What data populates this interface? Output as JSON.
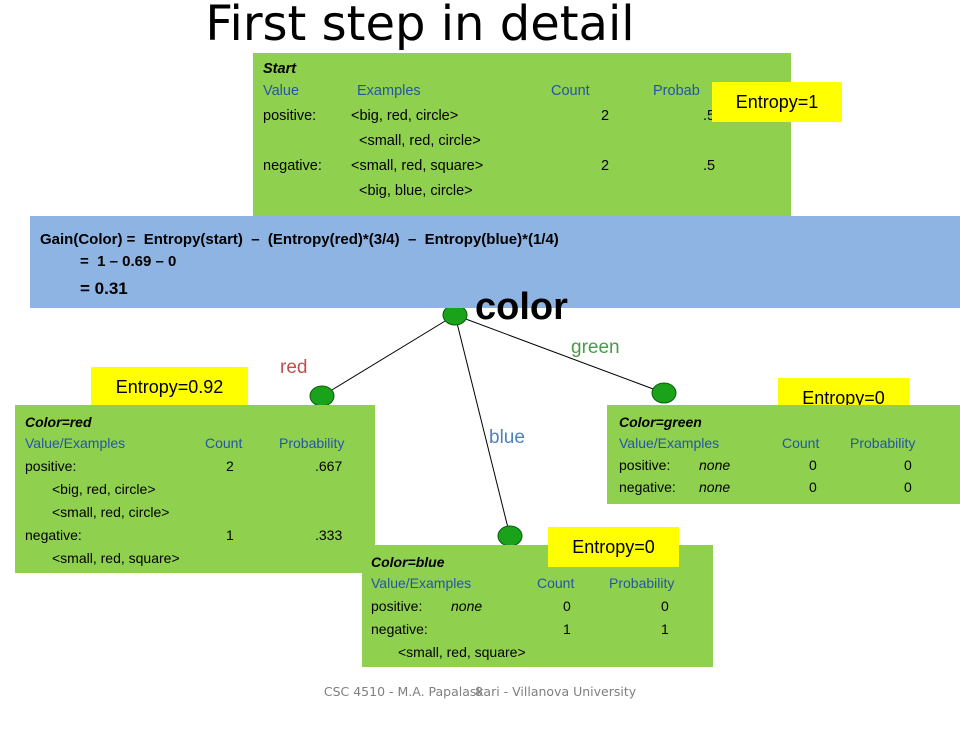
{
  "title": "First step in detail",
  "start_box": {
    "heading": "Start",
    "headers": [
      "Value",
      "Examples",
      "Count",
      "Probab"
    ],
    "rows": [
      {
        "value": "positive:",
        "example": "<big, red, circle>",
        "count": "2",
        "prob": ".5"
      },
      {
        "value": "",
        "example": "<small, red, circle>",
        "count": "",
        "prob": ""
      },
      {
        "value": "negative:",
        "example": "<small, red, square>",
        "count": "2",
        "prob": ".5"
      },
      {
        "value": "",
        "example": "<big, blue, circle>",
        "count": "",
        "prob": ""
      }
    ]
  },
  "entropy_start": "Entropy=1",
  "gain": {
    "line1": "Gain(Color) =  Entropy(start)  –  (Entropy(red)*(3/4)  –  Entropy(blue)*(1/4)",
    "line2": "=  1 – 0.69 – 0",
    "line3": "= 0.31"
  },
  "root_label": "color",
  "edge_labels": {
    "red": "red",
    "green": "green",
    "blue": "blue"
  },
  "red_box": {
    "heading": "Color=red",
    "headers": [
      "Value/Examples",
      "Count",
      "Probability"
    ],
    "rows": [
      {
        "value": "positive:",
        "count": "2",
        "prob": ".667"
      },
      {
        "value": "<big, red, circle>",
        "count": "",
        "prob": ""
      },
      {
        "value": "<small, red, circle>",
        "count": "",
        "prob": ""
      },
      {
        "value": "negative:",
        "count": "1",
        "prob": ".333"
      },
      {
        "value": "<small, red, square>",
        "count": "",
        "prob": ""
      }
    ],
    "entropy": "Entropy=0.92"
  },
  "green_box": {
    "heading": "Color=green",
    "headers": [
      "Value/Examples",
      "Count",
      "Probability"
    ],
    "rows": [
      {
        "label": "positive:",
        "example": "none",
        "count": "0",
        "prob": "0"
      },
      {
        "label": "negative:",
        "example": "none",
        "count": "0",
        "prob": "0"
      }
    ],
    "entropy": "Entropy=0"
  },
  "blue_box": {
    "heading": "Color=blue",
    "headers": [
      "Value/Examples",
      "Count",
      "Probability"
    ],
    "rows": [
      {
        "label": "positive:",
        "example": "none",
        "count": "0",
        "prob": "0"
      },
      {
        "label": "negative:",
        "example": "",
        "count": "1",
        "prob": "1"
      },
      {
        "label": "<small, red, square>",
        "example": "",
        "count": "",
        "prob": ""
      }
    ],
    "entropy": "Entropy=0"
  },
  "footer": "CSC 4510 - M.A. Papalaskari - Villanova University",
  "slide_number": "8",
  "colors": {
    "box_green": "#8fd14f",
    "entropy_yellow": "#ffff00",
    "gain_blue": "#8eb4e3",
    "node_green": "#1aa31a",
    "header_blue": "#2455a4"
  }
}
